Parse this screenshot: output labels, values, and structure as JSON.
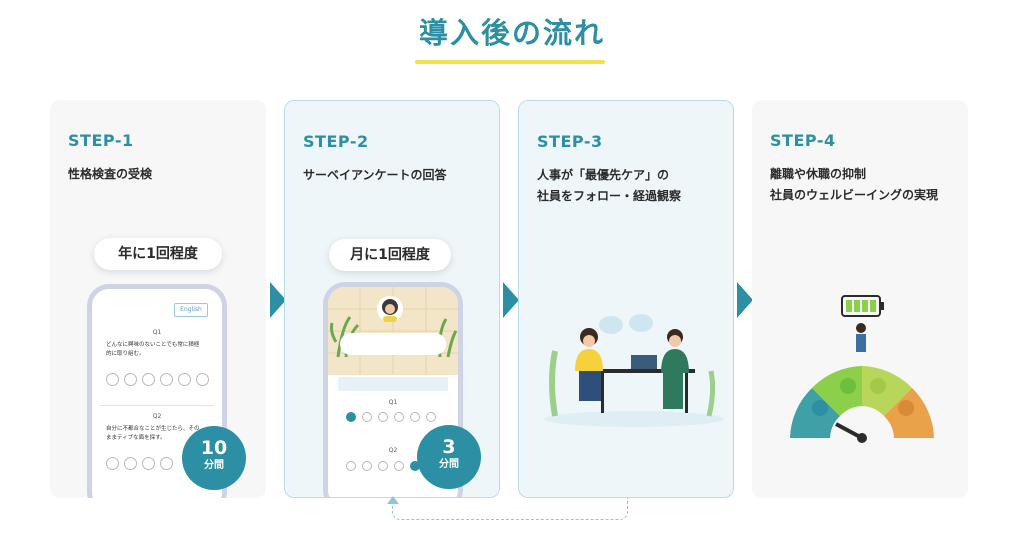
{
  "header": {
    "title": "導入後の流れ"
  },
  "steps": [
    {
      "label": "STEP-1",
      "desc": "性格検査の受検"
    },
    {
      "label": "STEP-2",
      "desc": "サーベイアンケートの回答"
    },
    {
      "label": "STEP-3",
      "desc": "人事が「最優先ケア」の\n社員をフォロー・経過観察"
    },
    {
      "label": "STEP-4",
      "desc": "離職や休職の抑制\n社員のウェルビーイングの実現"
    }
  ],
  "step1_card": {
    "frequency": "年に1回程度",
    "english_button": "English",
    "q1_label": "Q1",
    "q1_text": "どんなに興味のないことでも常に積極的に取り組む。",
    "q2_label": "Q2",
    "q2_text": "自分に不都合なことが生じたら、そのままティブな面を探す。",
    "duration_number": "10",
    "duration_unit": "分間"
  },
  "step2_card": {
    "frequency": "月に1回程度",
    "q1_label": "Q1",
    "q2_label": "Q2",
    "duration_number": "3",
    "duration_unit": "分間"
  },
  "colors": {
    "accent": "#2c8fa3",
    "underline": "#f4e04a",
    "card_grey": "#f7f7f7",
    "card_blue": "#eef6fa",
    "battery": "#8ccf4a"
  }
}
